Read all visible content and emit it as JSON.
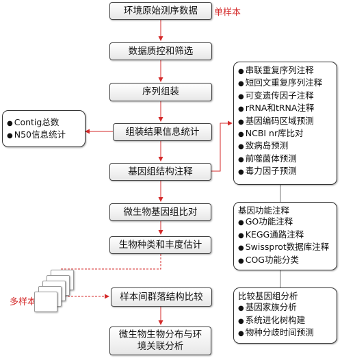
{
  "main_flow": [
    {
      "id": "s1",
      "label": "环境原始测序数据"
    },
    {
      "id": "s2",
      "label": "数据质控和筛选"
    },
    {
      "id": "s3",
      "label": "序列组装"
    },
    {
      "id": "s4",
      "label": "组装结果信息统计"
    },
    {
      "id": "s5",
      "label": "基因组结构注释"
    },
    {
      "id": "s6",
      "label": "微生物基因组比对"
    },
    {
      "id": "s7",
      "label": "生物种类和丰度估计"
    },
    {
      "id": "s8",
      "label": "样本间群落结构比较"
    },
    {
      "id": "s9",
      "label_line1": "微生物生物分布与环",
      "label_line2": "境关联分析"
    }
  ],
  "labels": {
    "single_sample": "单样本",
    "multi_sample": "多样本"
  },
  "assembly_stats_panel": {
    "items": [
      "Contig总数",
      "N50信息统计"
    ]
  },
  "structure_annotation_panel": {
    "items": [
      "串联重复序列注释",
      "短回文重复序列注释",
      "可变遗传因子注释",
      "rRNA和tRNA注释",
      "基因编码区域预测",
      "NCBI nr库比对",
      "致病岛预测",
      "前噬菌体预测",
      "毒力因子预测"
    ]
  },
  "function_annotation_panel": {
    "title": "基因功能注释",
    "items": [
      "GO功能注释",
      "KEGG通路注释",
      "Swissprot数据库注释",
      "COG功能分类"
    ]
  },
  "comparative_genomics_panel": {
    "title": "比较基因组分析",
    "items": [
      "基因家族分析",
      "系统进化树构建",
      "物种分歧时间预测"
    ]
  },
  "colors": {
    "arrow": "#d42a2a",
    "label": "#d42a2a",
    "border": "#444444"
  }
}
